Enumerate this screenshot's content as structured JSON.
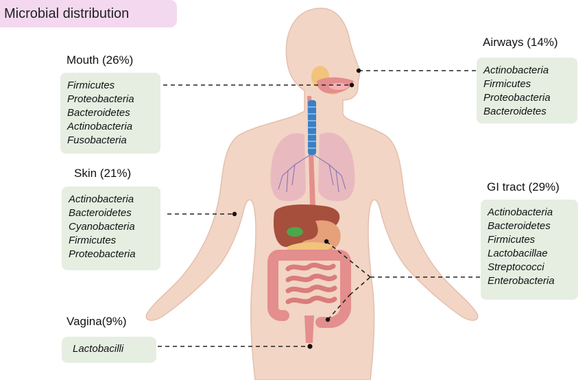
{
  "title": "Microbial distribution",
  "regions": {
    "mouth": {
      "label": "Mouth (26%)",
      "microbes": [
        "Firmicutes",
        "Proteobacteria",
        "Bacteroidetes",
        "Actinobacteria",
        "Fusobacteria"
      ]
    },
    "skin": {
      "label": "Skin (21%)",
      "microbes": [
        "Actinobacteria",
        "Bacteroidetes",
        "Cyanobacteria",
        "Firmicutes",
        "Proteobacteria"
      ]
    },
    "vagina": {
      "label": "Vagina(9%)",
      "microbes": [
        "Lactobacilli"
      ]
    },
    "airways": {
      "label": "Airways (14%)",
      "microbes": [
        "Actinobacteria",
        "Firmicutes",
        "Proteobacteria",
        "Bacteroidetes"
      ]
    },
    "gi": {
      "label": "GI tract (29%)",
      "microbes": [
        "Actinobacteria",
        "Bacteroidetes",
        "Firmicutes",
        "Lactobacillae",
        "Streptococci",
        "Enterobacteria"
      ]
    }
  },
  "colors": {
    "title_bg": "#f3d8ef",
    "box_bg": "#e6eee2",
    "skin": "#f2d5c4",
    "lungs": "#e9b9c0",
    "trachea": "#3b7fc4",
    "liver": "#a54f3c",
    "intestine": "#e48e8e",
    "stomach": "#f2c37a",
    "gallbladder": "#4aa84a"
  }
}
